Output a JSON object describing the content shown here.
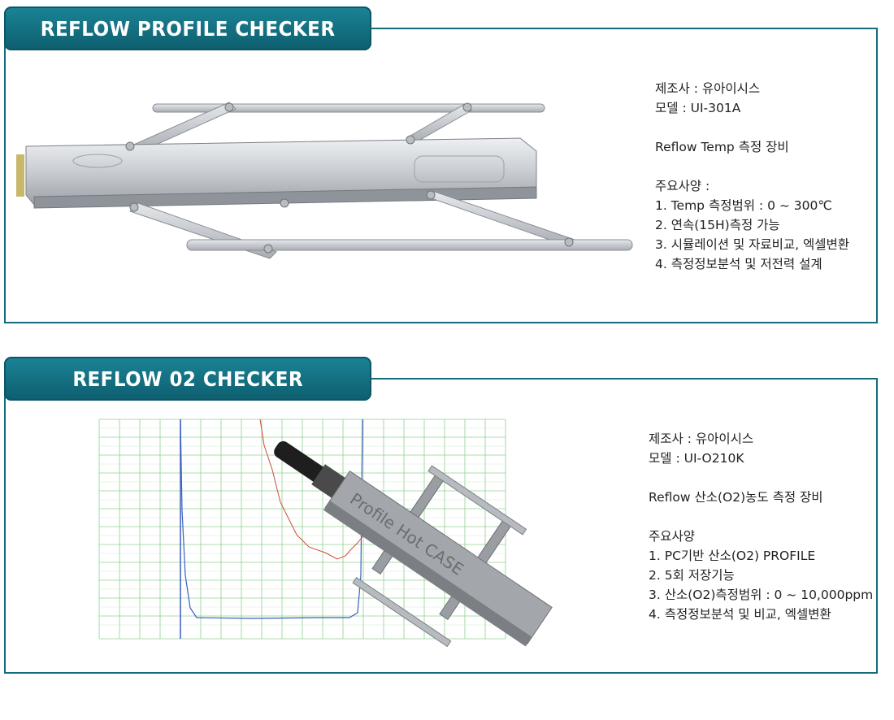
{
  "sections": [
    {
      "title": "REFLOW PROFILE CHECKER",
      "manufacturer": "제조사 : 유아이시스",
      "model": "모델 : UI-301A",
      "description": "Reflow Temp 측정 장비",
      "specs_heading": "주요사양 :",
      "specs": [
        "1. Temp 측정범위 : 0 ~ 300℃",
        "2. 연속(15H)측정 가능",
        "3. 시뮬레이션 및 자료비교, 엑셀변환",
        "4. 측정정보분석 및 저전력 설계"
      ]
    },
    {
      "title": "REFLOW 02 CHECKER",
      "manufacturer": "제조사 : 유아이시스",
      "model": "모델 : UI-O210K",
      "description": "Reflow 산소(O2)농도 측정 장비",
      "specs_heading": "주요사양",
      "specs": [
        "1. PC기반 산소(O2) PROFILE",
        "2. 5회 저장기능",
        "3. 산소(O2)측정범위 : 0 ~ 10,000ppm",
        "4. 측정정보분석 및 비교, 엑셀변환"
      ],
      "device_label": "Profile Hot CASE"
    }
  ],
  "colors": {
    "accent": "#146b7c",
    "tab": "#136f80"
  }
}
